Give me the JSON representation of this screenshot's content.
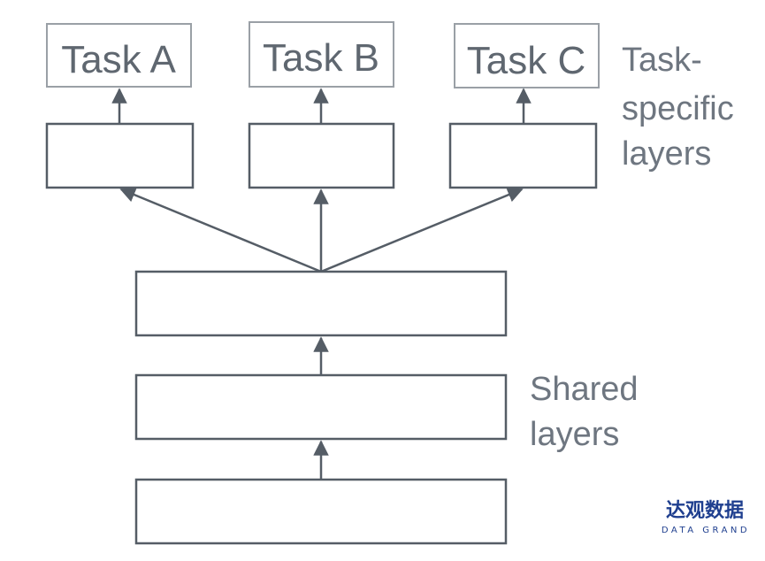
{
  "tasks": [
    {
      "label": "Task A"
    },
    {
      "label": "Task B"
    },
    {
      "label": "Task C"
    }
  ],
  "labels": {
    "task_specific_line1": "Task-",
    "task_specific_line2": "specific",
    "task_specific_line3": "layers",
    "shared_line1": "Shared",
    "shared_line2": "layers"
  },
  "brand": {
    "name_cn": "达观数据",
    "name_en": "DATA GRAND"
  },
  "colors": {
    "box_stroke": "#555d66",
    "task_box_stroke": "#9aa0a6",
    "arrow": "#555d66",
    "text": "#5f6770",
    "brand": "#1f3f8f"
  }
}
